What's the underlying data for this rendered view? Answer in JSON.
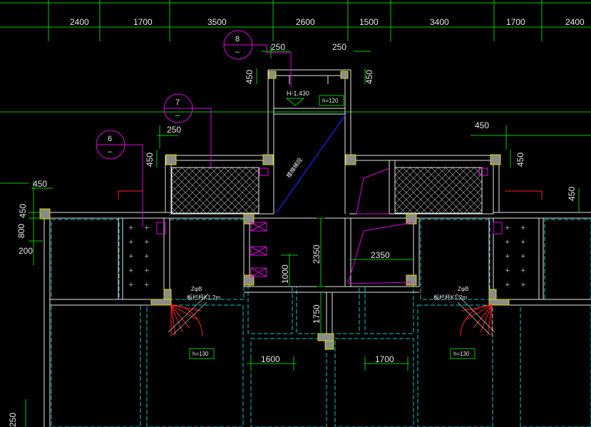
{
  "colors": {
    "background": "#000000",
    "dimension": "#00c800",
    "wall": "#e6e6e6",
    "column": "#8c8c8c",
    "column_outline": "#d8d800",
    "callout": "#e000e0",
    "dashed": "#00c8c8",
    "stair_line": "#2020ff",
    "door": "#ff2020"
  },
  "top_dims": [
    "2400",
    "1700",
    "3500",
    "2600",
    "1500",
    "3400",
    "1700",
    "2400"
  ],
  "callouts": [
    {
      "num": "8",
      "sub": "–"
    },
    {
      "num": "7",
      "sub": "–"
    },
    {
      "num": "6",
      "sub": "–"
    }
  ],
  "dims": {
    "d250_a": "250",
    "d250_b": "250",
    "d250_c": "250",
    "d450_v1": "450",
    "d450_v2": "450",
    "d450_v3": "450",
    "d450_v4": "450",
    "d450_v5": "450",
    "d450_h1": "450",
    "d450_h2": "450",
    "d800": "800",
    "d200": "200",
    "d1000": "1000",
    "d2350_v": "2350",
    "d2350_h": "2350",
    "d1750": "1750",
    "d1600": "1600",
    "d1700": "1700",
    "d250_bottom": "250"
  },
  "labels": {
    "elevation": "H-1.430",
    "h120": "h=120",
    "h130_left": "h=130",
    "h130_right": "h=130",
    "door_left_1": "ZφB",
    "door_left_2": "板栏杆K1.2m",
    "door_right_1": "ZφB",
    "door_right_2": "板栏杆K1.2m",
    "stair": "楼梯梯段"
  }
}
